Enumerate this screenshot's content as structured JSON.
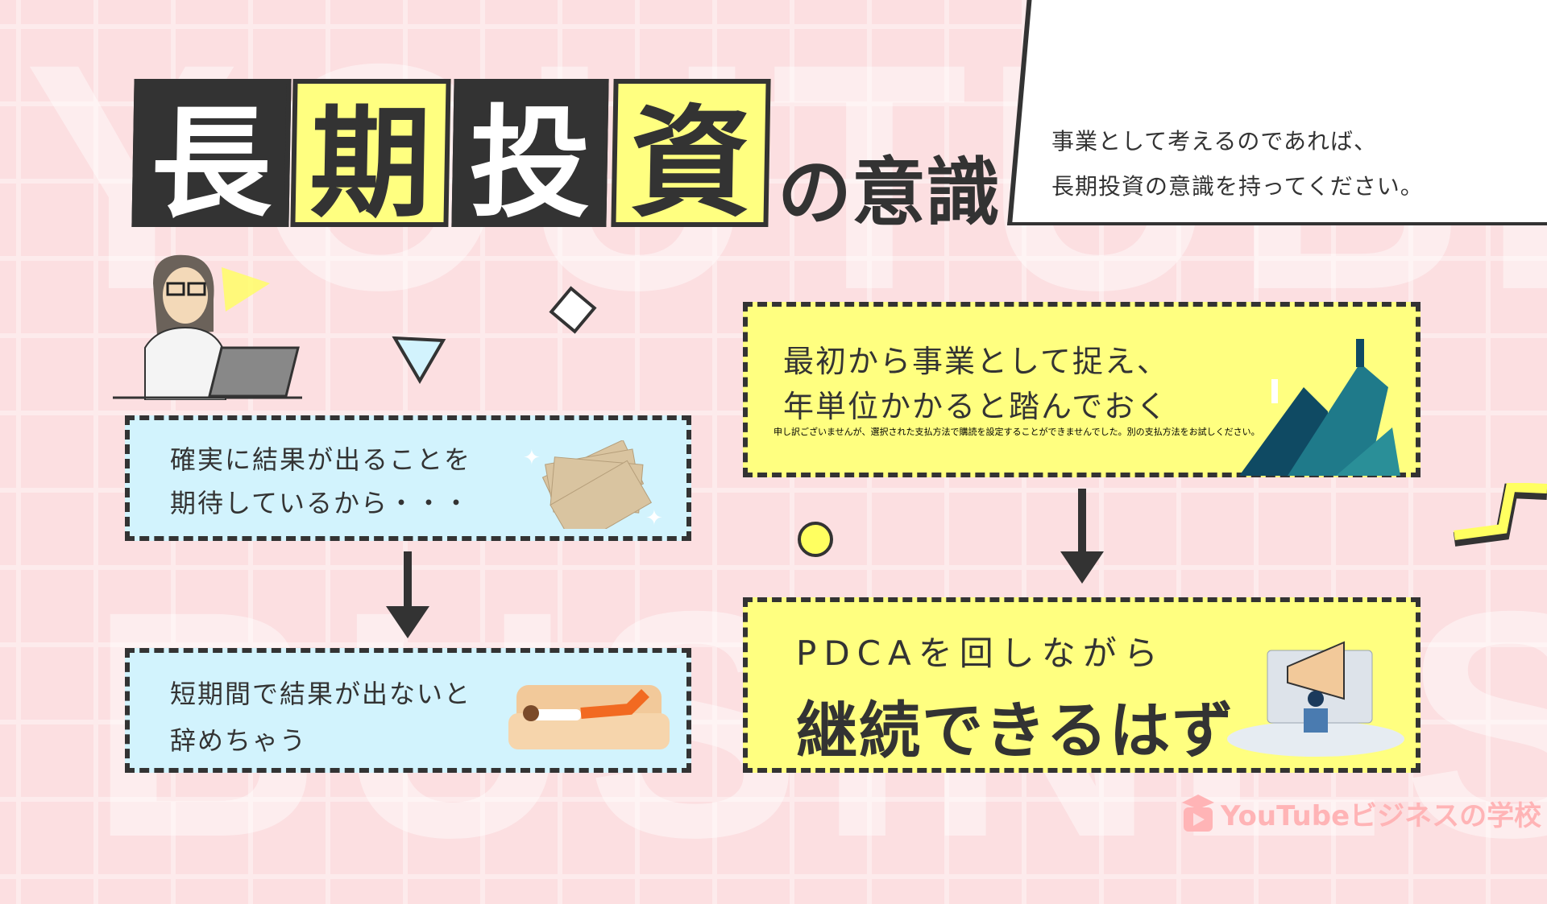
{
  "watermark": {
    "line1": "YOUTUBE",
    "line2": "BUSINESS"
  },
  "title": {
    "chars": [
      "長",
      "期",
      "投",
      "資"
    ],
    "suffix": "の意識"
  },
  "note": {
    "line1": "事業として考えるのであれば、",
    "line2": "長期投資の意識を持ってください。"
  },
  "left": {
    "box1": {
      "line1": "確実に結果が出ることを",
      "line2": "期待しているから・・・"
    },
    "box2": {
      "line1": "短期間で結果が出ないと",
      "line2": "辞めちゃう"
    }
  },
  "right": {
    "box1": {
      "line1": "最初から事業として捉え、",
      "line2": "年単位かかると踏んでおく"
    },
    "box2": {
      "line1": "PDCAを回しながら",
      "line2": "継続できるはず"
    }
  },
  "error_text": "申し訳ございませんが、選択された支払方法で購読を設定することができませんでした。別の支払方法をお試しください。",
  "logo": {
    "text": "YouTubeビジネスの学校"
  },
  "colors": {
    "yellow": "#ffff80",
    "blue": "#d2f3fd",
    "dark": "#333333",
    "bg": "#fcdfe1"
  }
}
